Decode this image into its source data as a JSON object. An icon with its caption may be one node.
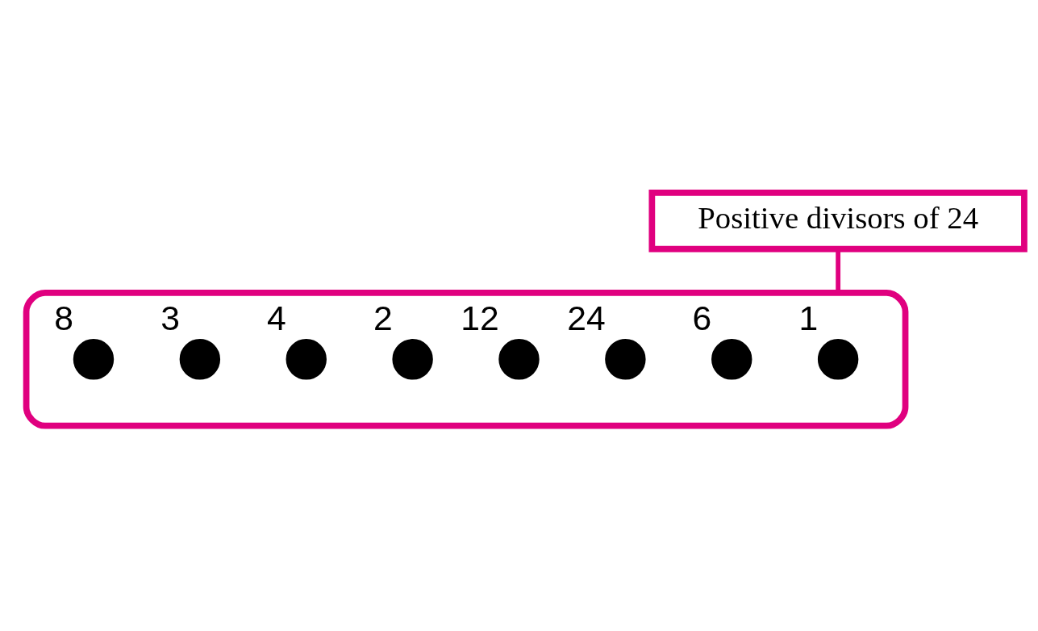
{
  "diagram": {
    "nodes": [
      {
        "text": [
          "Positive divisors of 24"
        ]
      },
      {
        "text": [],
        "shape": "ellipse"
      },
      {
        "text": [
          "1"
        ],
        "in": 1
      },
      {
        "text": [
          "6"
        ],
        "in": 1
      },
      {
        "text": [
          "24"
        ],
        "in": 1
      },
      {
        "text": [
          "12"
        ],
        "in": 1
      },
      {
        "text": [
          "2"
        ],
        "in": 1
      },
      {
        "text": [
          "4"
        ],
        "in": 1
      },
      {
        "text": [
          "3"
        ],
        "in": 1
      },
      {
        "text": [
          "8"
        ],
        "in": 1
      }
    ],
    "edges": [
      {
        "from": 0,
        "to": 1,
        "arrow": "none"
      }
    ]
  }
}
